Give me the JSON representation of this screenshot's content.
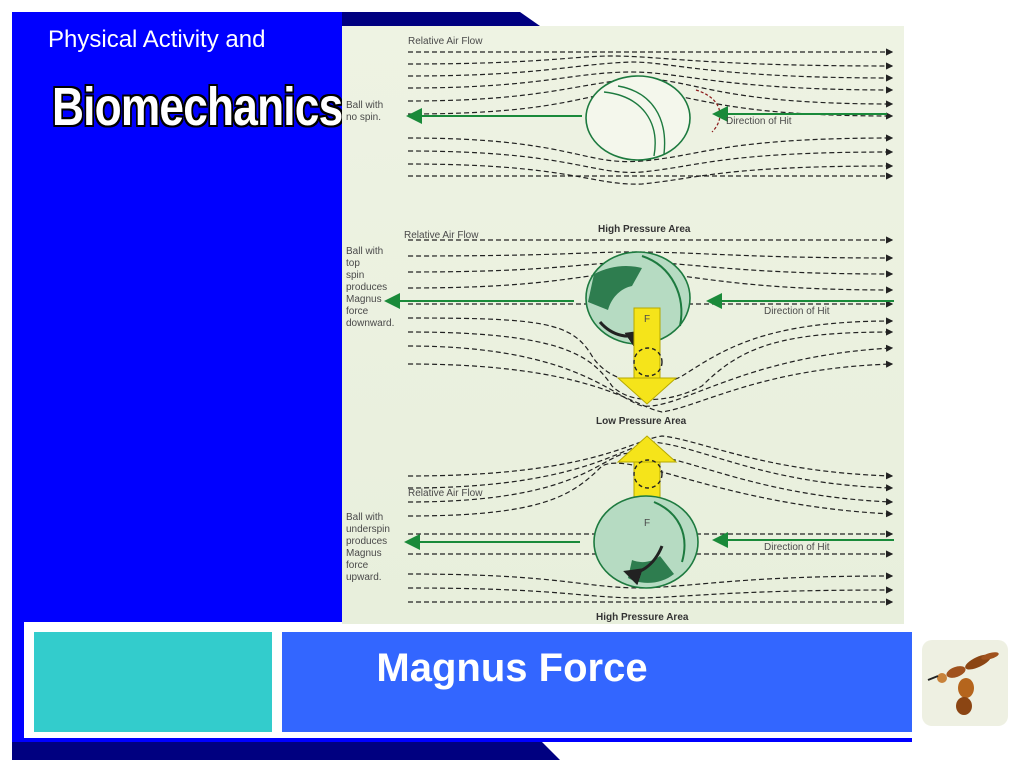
{
  "header": {
    "subtitle": "Physical Activity and",
    "title": "Biomechanics"
  },
  "slide": {
    "title": "Magnus Force"
  },
  "diagram": {
    "panel_no_spin": {
      "air_flow_label": "Relative Air Flow",
      "ball_label": [
        "Ball with",
        "no spin."
      ],
      "hit_label": "Direction of Hit"
    },
    "panel_top_spin": {
      "air_flow_label": "Relative Air Flow",
      "top_area_label": "High Pressure Area",
      "bottom_area_label": "Low Pressure Area",
      "ball_label": [
        "Ball with",
        "top",
        "spin",
        "produces",
        "Magnus",
        "force",
        "downward."
      ],
      "hit_label": "Direction of Hit",
      "force_label": "F"
    },
    "panel_under_spin": {
      "air_flow_label": "Relative Air Flow",
      "bottom_area_label": "High Pressure Area",
      "ball_label": [
        "Ball with",
        "underspin",
        "produces",
        "Magnus",
        "force",
        "upward."
      ],
      "hit_label": "Direction of Hit",
      "force_label": "F"
    }
  },
  "colors": {
    "frame_blue": "#0000ff",
    "title_band": "#3366ff",
    "accent_cyan": "#33cccc",
    "ball_green": "#2e9e5a",
    "force_yellow": "#f5e41a"
  }
}
